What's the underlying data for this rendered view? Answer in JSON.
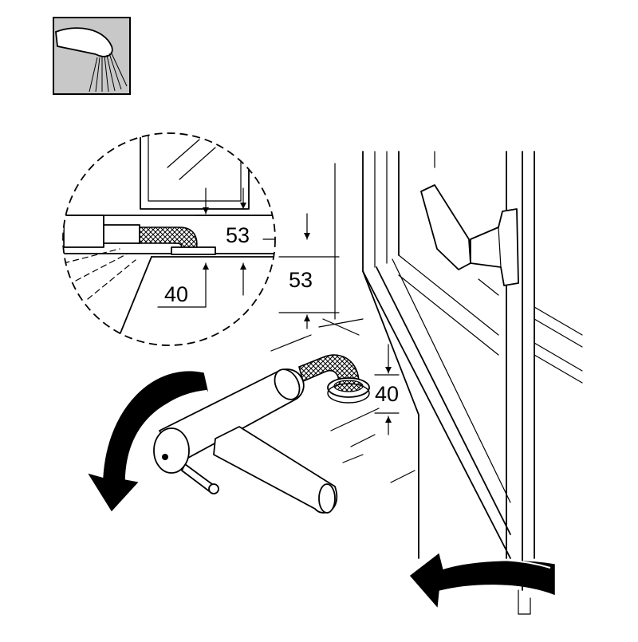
{
  "dimensions": {
    "detail_upper": "53",
    "detail_lower": "40",
    "main_upper": "53",
    "main_lower": "40"
  },
  "icon": "shower-spray-icon",
  "colors": {
    "line": "#000000",
    "background": "#ffffff",
    "icon_background": "#c8c8c8"
  }
}
